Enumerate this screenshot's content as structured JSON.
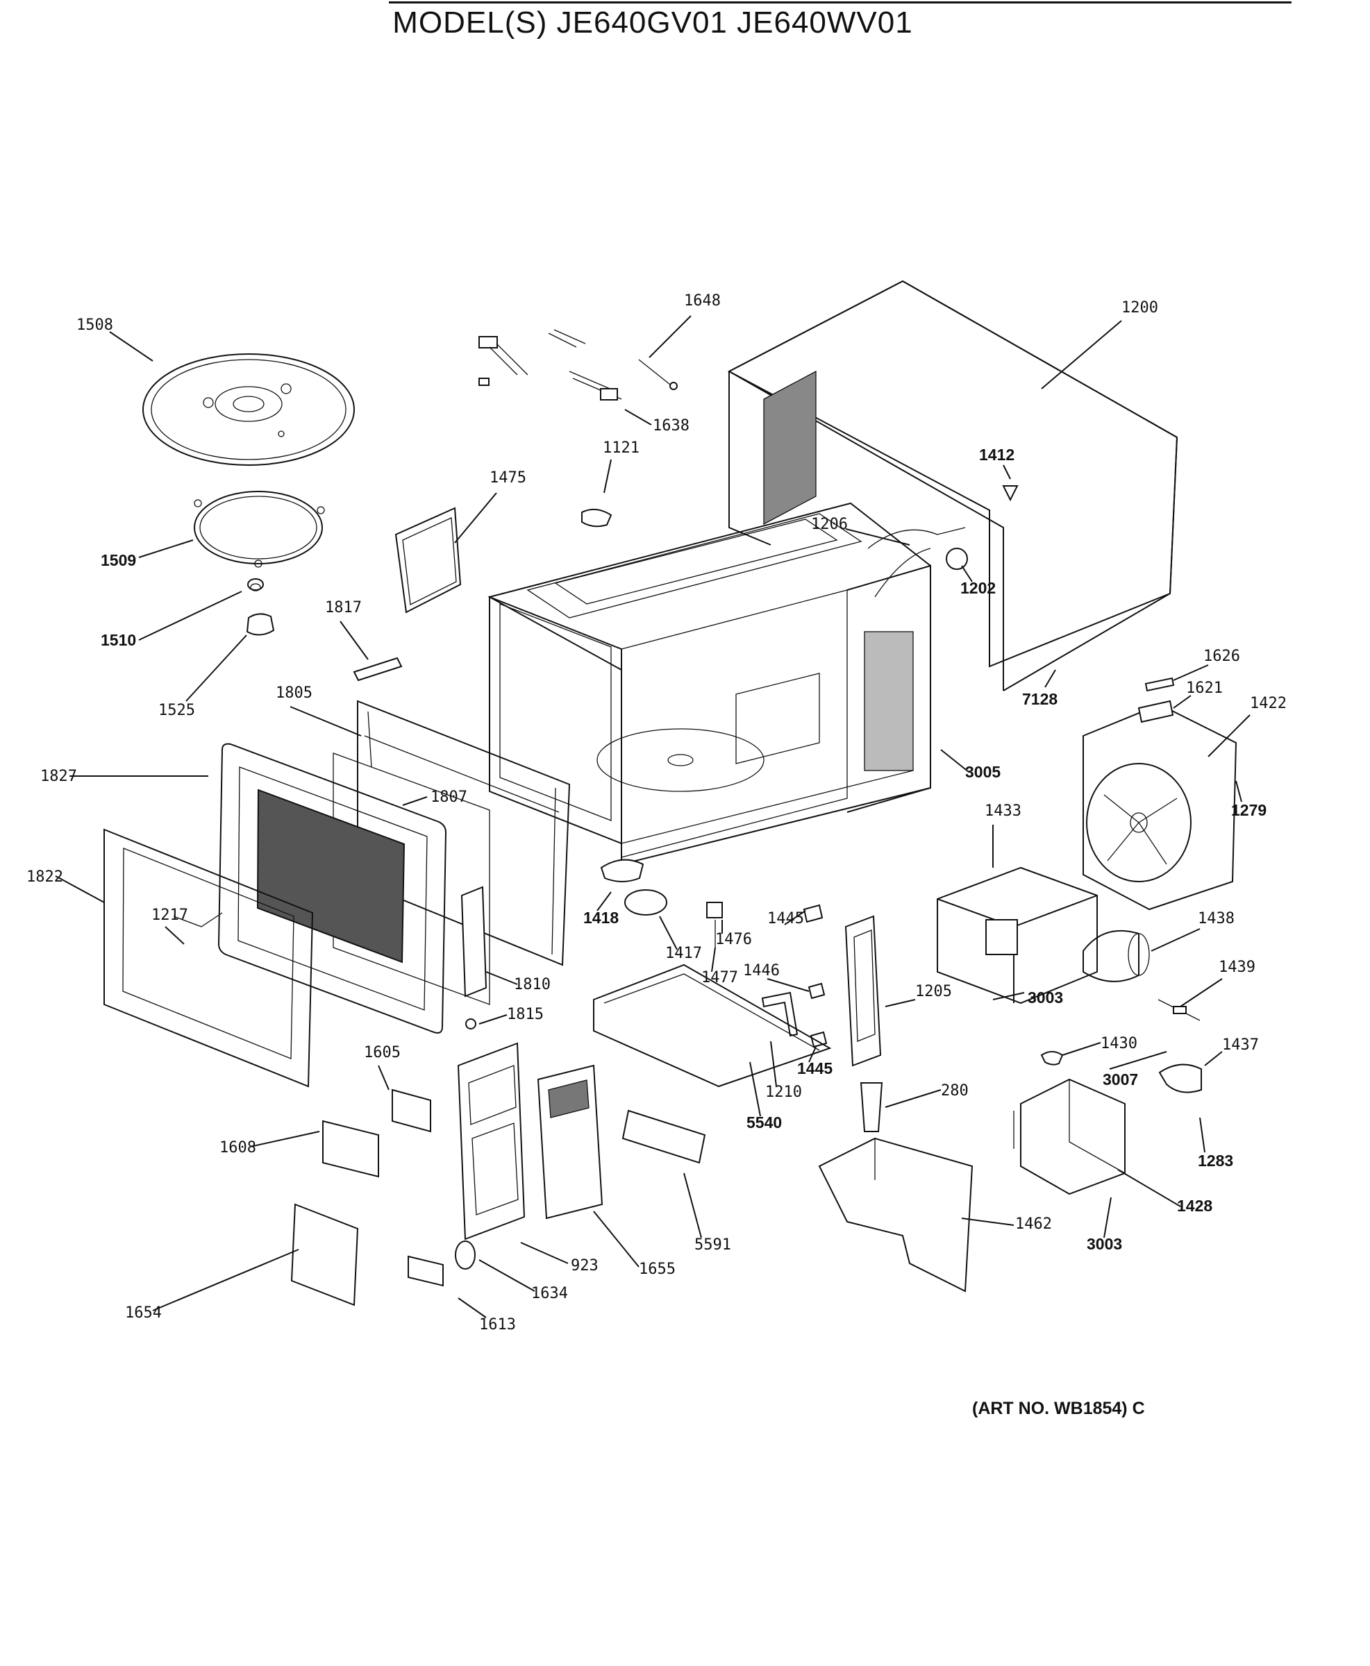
{
  "header": {
    "title": "MODEL(S) JE640GV01  JE640WV01"
  },
  "footer": {
    "art_number": "(ART NO. WB1854) C"
  },
  "callouts": [
    "1508",
    "1509",
    "1510",
    "1525",
    "1475",
    "1817",
    "1805",
    "1827",
    "1807",
    "1822",
    "1217",
    "1648",
    "1638",
    "1121",
    "1200",
    "1412",
    "1206",
    "1202",
    "1626",
    "1621",
    "1422",
    "7128",
    "3005",
    "1279",
    "1433",
    "1418",
    "1417",
    "1476",
    "1477",
    "1445",
    "1446",
    "1445",
    "1205",
    "1210",
    "5540",
    "1810",
    "1815",
    "1605",
    "1608",
    "1438",
    "1439",
    "3003",
    "1430",
    "3007",
    "1437",
    "1283",
    "280",
    "1428",
    "3003",
    "1462",
    "5591",
    "923",
    "1655",
    "1634",
    "1613",
    "1654"
  ]
}
